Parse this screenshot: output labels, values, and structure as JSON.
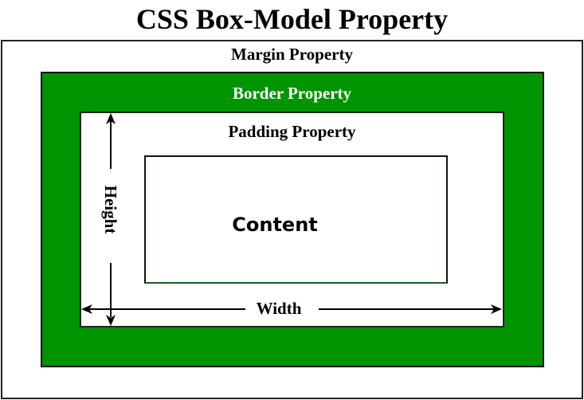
{
  "diagram": {
    "title": "CSS Box-Model Property",
    "layers": {
      "margin": {
        "label": "Margin Property"
      },
      "border": {
        "label": "Border Property",
        "color": "#009400"
      },
      "padding": {
        "label": "Padding Property"
      },
      "content": {
        "label": "Content"
      }
    },
    "dimensions": {
      "height_label": "Height",
      "width_label": "Width"
    },
    "colors": {
      "border_fill": "#009400",
      "outline": "#000000",
      "background": "#ffffff"
    }
  }
}
